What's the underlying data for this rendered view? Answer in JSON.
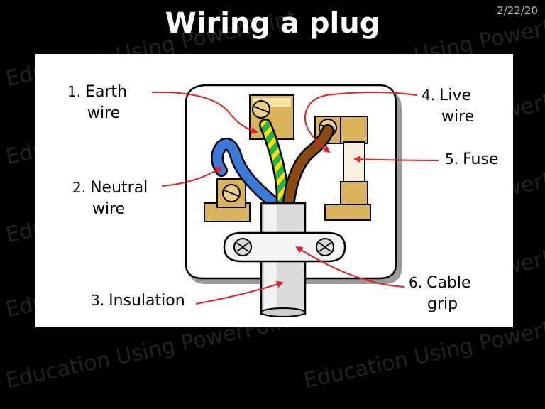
{
  "slide": {
    "title": "Wiring a plug",
    "date": "2/22/20",
    "watermark": "Education Using PowerPoint"
  },
  "labels": {
    "earth": {
      "num": "1.",
      "line1": "Earth",
      "line2": "wire"
    },
    "neutral": {
      "num": "2.",
      "line1": "Neutral",
      "line2": "wire"
    },
    "insulation": {
      "num": "3.",
      "line1": "Insulation"
    },
    "live": {
      "num": "4.",
      "line1": "Live",
      "line2": "wire"
    },
    "fuse": {
      "num": "5.",
      "line1": "Fuse"
    },
    "grip": {
      "num": "6.",
      "line1": "Cable",
      "line2": "grip"
    }
  },
  "colors": {
    "background": "#000000",
    "panel": "#ffffff",
    "arrow": "#e8202a",
    "earth_green": "#22b14c",
    "earth_yellow": "#ffe000",
    "neutral_blue": "#3a7ad8",
    "live_brown": "#8b4a12",
    "brass": "#d9b45a"
  }
}
